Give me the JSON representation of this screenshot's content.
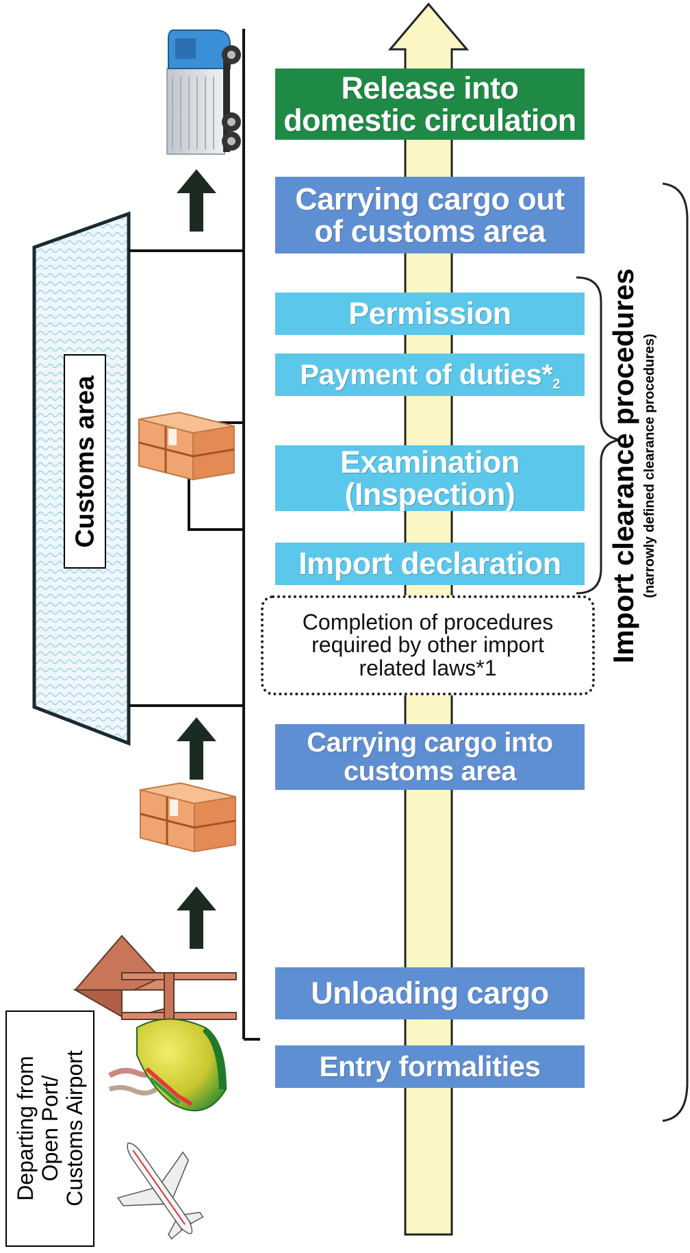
{
  "colors": {
    "step_dark_blue": "#5f8fd3",
    "step_light_blue": "#5bc7ea",
    "step_green": "#1f8a46",
    "main_arrow_fill": "#fbf6c4",
    "customs_area_pattern": "#9ad0ec",
    "cargo_box": "#f0a571",
    "small_arrow": "#1b2b22"
  },
  "steps": {
    "release_into_circulation": {
      "line1": "Release into",
      "line2": "domestic circulation"
    },
    "carry_out": {
      "line1": "Carrying cargo out",
      "line2": "of customs area"
    },
    "permission": {
      "label": "Permission"
    },
    "payment": {
      "label": "Payment of duties*",
      "footnote": "2"
    },
    "examination": {
      "line1": "Examination",
      "line2": "(Inspection)"
    },
    "import_declaration": {
      "label": "Import declaration"
    },
    "carry_in": {
      "line1": "Carrying cargo into",
      "line2": "customs area"
    },
    "unloading": {
      "label": "Unloading cargo"
    },
    "entry_formalities": {
      "label": "Entry formalities"
    }
  },
  "other_laws": {
    "line1": "Completion of procedures",
    "line2": "required by other import",
    "line3": "related laws*1"
  },
  "customs_area": {
    "label": "Customs area"
  },
  "departing": {
    "line1": "Departing from",
    "line2": "Open Port/",
    "line3": "Customs Airport"
  },
  "import_clearance": {
    "title": "Import clearance procedures",
    "subtitle": "(narrowly defined clearance procedures)"
  },
  "icons": [
    "truck-icon",
    "cargo-box-icon",
    "crane-icon",
    "ship-icon",
    "airplane-icon",
    "up-arrow-icon"
  ]
}
